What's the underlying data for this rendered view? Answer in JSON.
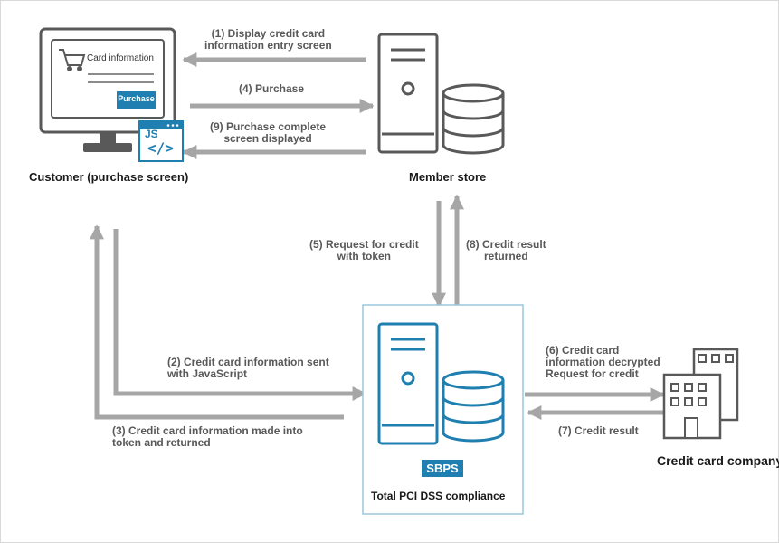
{
  "nodes": {
    "customer": "Customer (purchase screen)",
    "member_store": "Member store",
    "credit_company_line1": "Credit card",
    "credit_company_line2": "company",
    "sbps_badge": "SBPS",
    "sbps_caption": "Total PCI DSS compliance"
  },
  "screen": {
    "title": "Card information",
    "button": "Purchase",
    "js_badge": "JS",
    "code_glyph": "</>"
  },
  "steps": {
    "s1": [
      "(1) Display credit card",
      "information entry screen"
    ],
    "s2": [
      "(2) Credit card information sent",
      "with JavaScript"
    ],
    "s3": [
      "(3) Credit card information made into",
      "token and returned"
    ],
    "s4": [
      "(4) Purchase"
    ],
    "s5": [
      "(5) Request for credit",
      "with token"
    ],
    "s6": [
      "(6) Credit card",
      "information decrypted",
      "Request for credit"
    ],
    "s7": [
      "(7) Credit result"
    ],
    "s8": [
      "(8) Credit result",
      "returned"
    ],
    "s9": [
      "(9) Purchase complete",
      "screen displayed"
    ]
  },
  "colors": {
    "arrow": "#a6a6a6",
    "outline": "#595959",
    "sbps_blue": "#1f7fb0",
    "sbps_box_border": "#9cc7dc"
  }
}
